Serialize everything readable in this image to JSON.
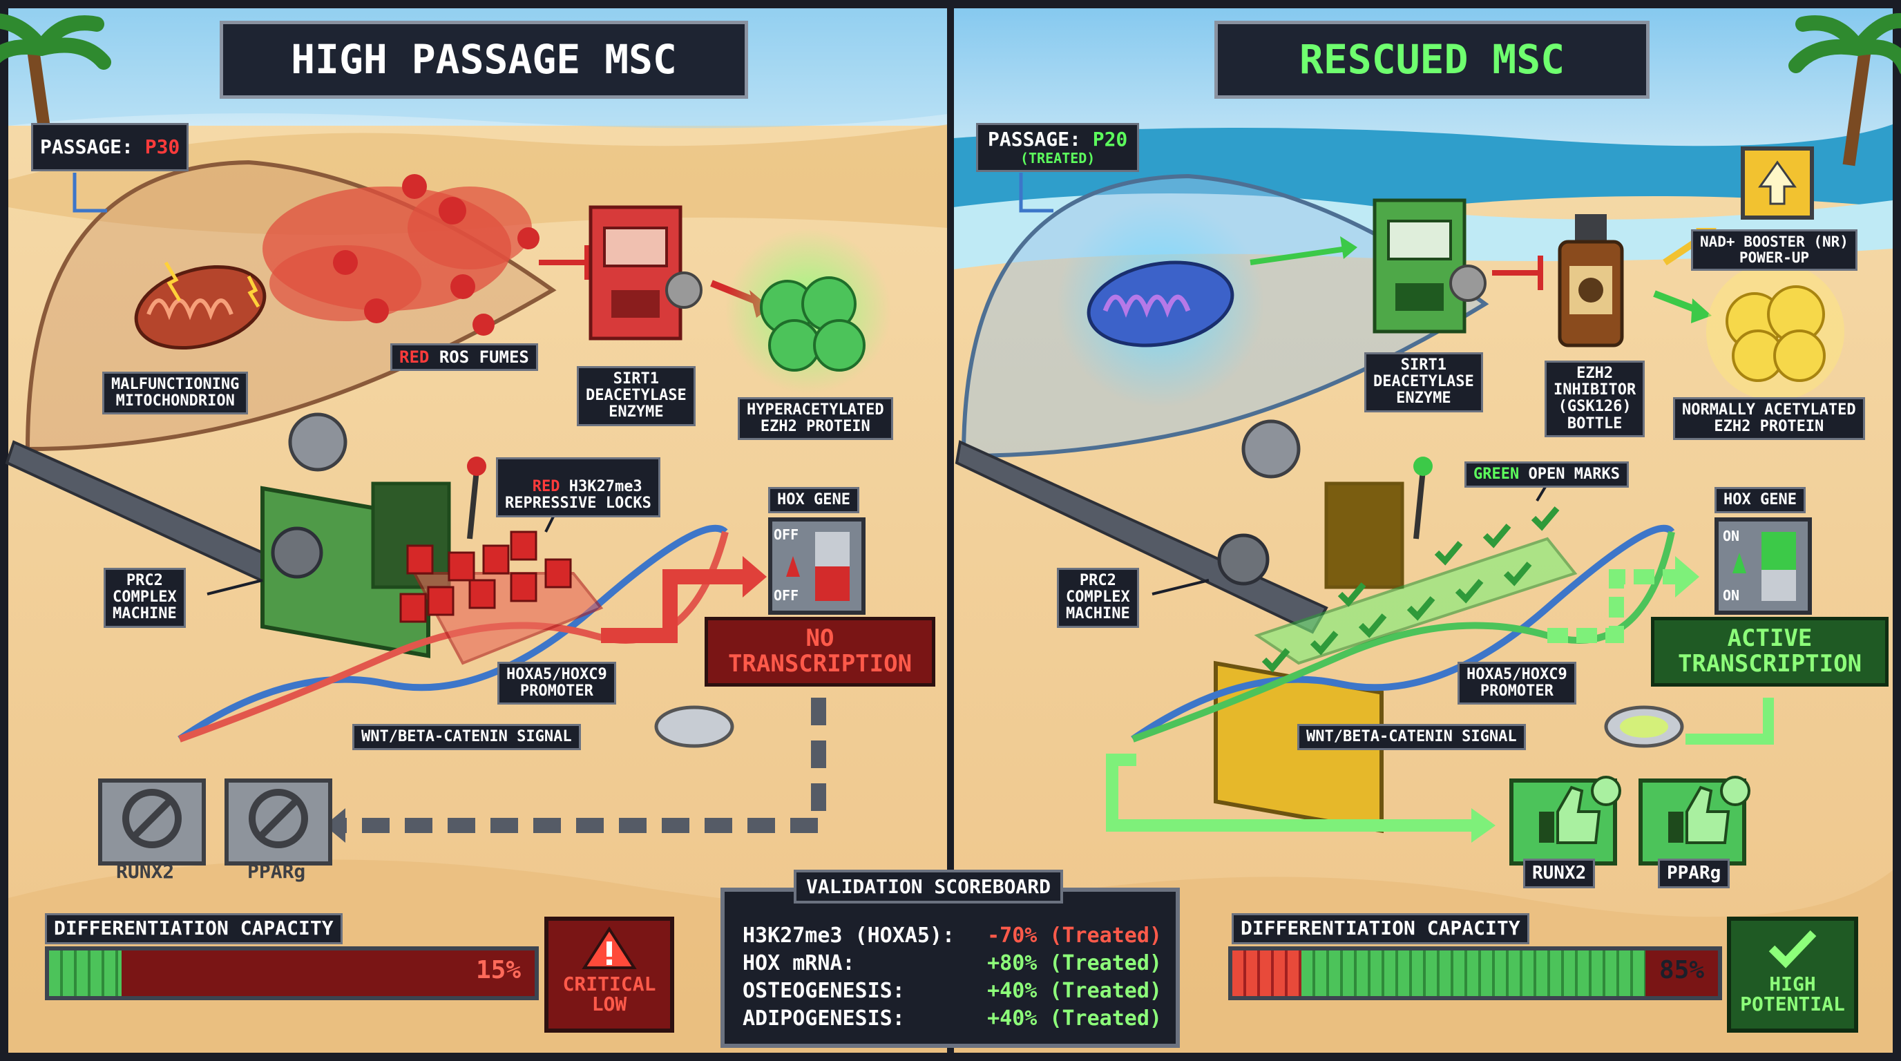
{
  "left": {
    "title": "HIGH PASSAGE MSC",
    "passage_prefix": "PASSAGE: ",
    "passage_value": "P30",
    "mito_label": "MALFUNCTIONING\nMITOCHONDRION",
    "ros_red": "RED",
    "ros_rest": "ROS FUMES",
    "sirt1_label": "SIRT1\nDEACETYLASE\nENZYME",
    "ezh2_label": "HYPERACETYLATED\nEZH2 PROTEIN",
    "locks_red": "RED",
    "locks_rest": "H3K27me3\nREPRESSIVE LOCKS",
    "hox_gene_label": "HOX GENE",
    "switch_off_top": "OFF",
    "switch_off_bottom": "OFF",
    "prc2_label": "PRC2\nCOMPLEX\nMACHINE",
    "promoter_label": "HOXA5/HOXC9\nPROMOTER",
    "transcription_label": "NO\nTRANSCRIPTION",
    "wnt_label": "WNT/BETA-CATENIN SIGNAL",
    "runx2": "RUNX2",
    "pparg": "PPARg",
    "capacity_title": "DIFFERENTIATION CAPACITY",
    "capacity_value": "15%",
    "capacity_fraction": 0.15,
    "status": "CRITICAL\nLOW",
    "status_icon": "warning-icon"
  },
  "right": {
    "title": "RESCUED MSC",
    "passage_prefix": "PASSAGE: ",
    "passage_value": "P20",
    "passage_note": "(TREATED)",
    "nad_label": "NAD+ BOOSTER (NR)\nPOWER-UP",
    "sirt1_label": "SIRT1\nDEACETYLASE\nENZYME",
    "inhibitor_label": "EZH2\nINHIBITOR\n(GSK126)\nBOTTLE",
    "ezh2_label": "NORMALLY ACETYLATED\nEZH2 PROTEIN",
    "marks_green": "GREEN",
    "marks_rest": "OPEN MARKS",
    "hox_gene_label": "HOX GENE",
    "switch_on_top": "ON",
    "switch_on_bottom": "ON",
    "prc2_label": "PRC2\nCOMPLEX\nMACHINE",
    "promoter_label": "HOXA5/HOXC9\nPROMOTER",
    "transcription_label": "ACTIVE\nTRANSCRIPTION",
    "wnt_label": "WNT/BETA-CATENIN SIGNAL",
    "runx2": "RUNX2",
    "pparg": "PPARg",
    "capacity_title": "DIFFERENTIATION CAPACITY",
    "capacity_value": "85%",
    "capacity_fraction": 0.85,
    "status": "HIGH\nPOTENTIAL",
    "status_icon": "checkmark-icon"
  },
  "scoreboard": {
    "title": "VALIDATION SCOREBOARD",
    "rows": [
      {
        "label": "H3K27me3 (HOXA5):",
        "value": "-70%",
        "note": "(Treated)"
      },
      {
        "label": "HOX mRNA:",
        "value": "+80%",
        "note": "(Treated)"
      },
      {
        "label": "OSTEOGENESIS:",
        "value": "+40%",
        "note": "(Treated)"
      },
      {
        "label": "ADIPOGENESIS:",
        "value": "+40%",
        "note": "(Treated)"
      }
    ]
  },
  "colors": {
    "sand": "#f2d29a",
    "sea": "#4fb8d8",
    "red_accent": "#ff3b3b",
    "green_accent": "#5dff5d",
    "panel_dark": "#1b1f2a"
  }
}
